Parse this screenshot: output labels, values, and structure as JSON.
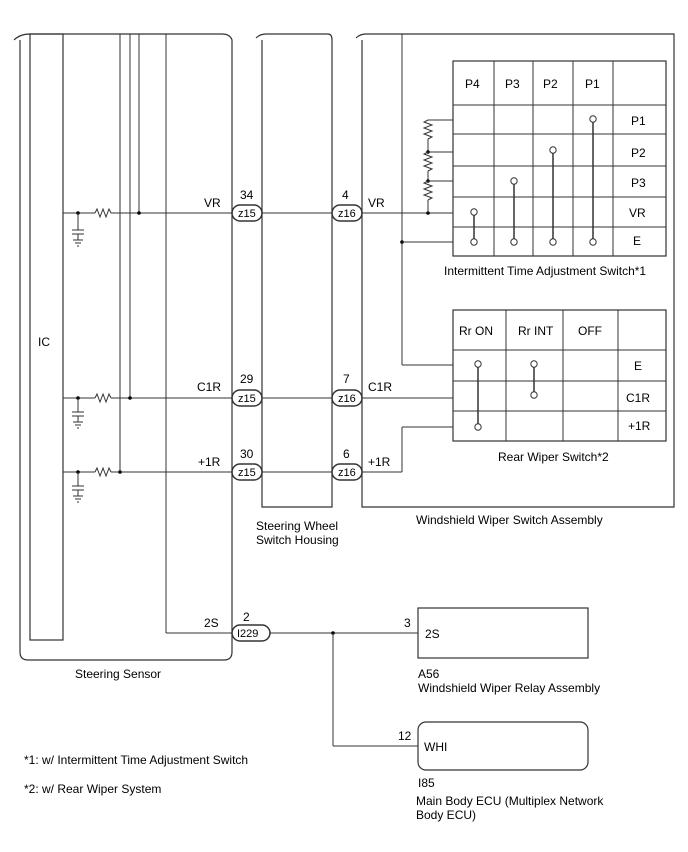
{
  "ic_label": "IC",
  "steering_sensor": {
    "name": "Steering Sensor",
    "signals": {
      "vr": "VR",
      "c1r": "C1R",
      "p1r": "+1R",
      "s2": "2S"
    }
  },
  "connectors": {
    "z15": {
      "code": "z15",
      "pins": {
        "vr": "34",
        "c1r": "29",
        "p1r": "30"
      }
    },
    "z16": {
      "code": "z16",
      "pins": {
        "vr": "4",
        "c1r": "7",
        "p1r": "6"
      }
    },
    "i229": {
      "code": "I229",
      "pin": "2"
    }
  },
  "steering_wheel_housing": {
    "line1": "Steering Wheel",
    "line2": "Switch Housing"
  },
  "wiper_assembly": {
    "name": "Windshield Wiper Switch Assembly",
    "signals": {
      "vr": "VR",
      "c1r": "C1R",
      "p1r": "+1R"
    }
  },
  "intermittent_switch": {
    "caption": "Intermittent Time Adjustment Switch*1",
    "columns": [
      "P4",
      "P3",
      "P2",
      "P1"
    ],
    "rows": [
      "P1",
      "P2",
      "P3",
      "VR",
      "E"
    ]
  },
  "rear_wiper_switch": {
    "caption": "Rear Wiper Switch*2",
    "columns": [
      "Rr ON",
      "Rr INT",
      "OFF"
    ],
    "rows": [
      "E",
      "C1R",
      "+1R"
    ]
  },
  "relay": {
    "pin": "3",
    "signal": "2S",
    "code": "A56",
    "name": "Windshield Wiper Relay Assembly"
  },
  "body_ecu": {
    "pin": "12",
    "signal": "WHI",
    "code": "I85",
    "line1": "Main Body ECU (Multiplex Network",
    "line2": "Body ECU)"
  },
  "notes": {
    "n1": "*1: w/ Intermittent Time Adjustment Switch",
    "n2": "*2: w/ Rear Wiper System"
  }
}
